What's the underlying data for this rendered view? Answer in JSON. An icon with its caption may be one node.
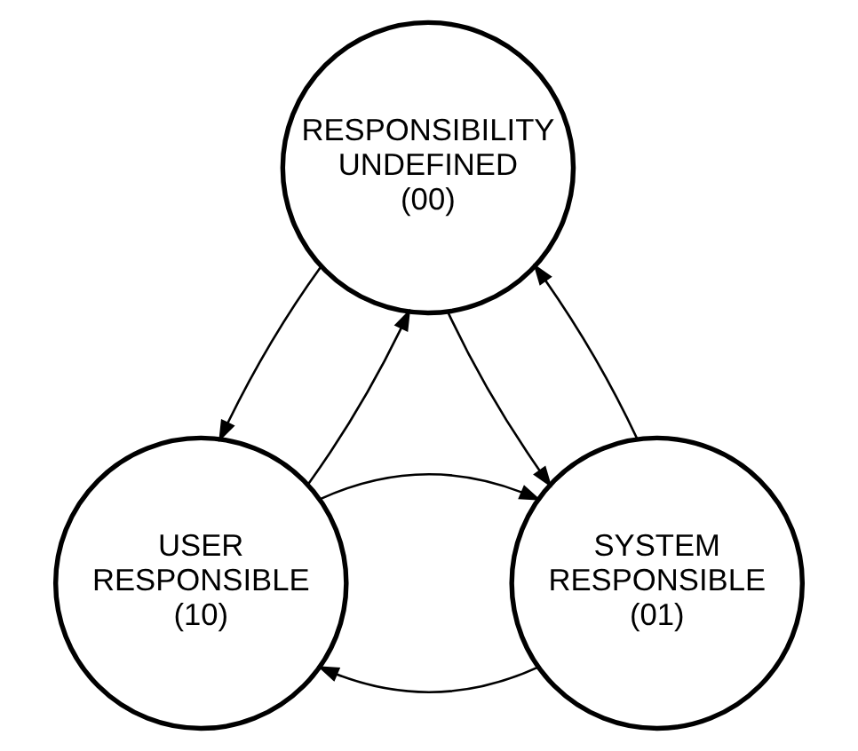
{
  "diagram": {
    "nodes": [
      {
        "text": [
          "RESPONSIBILITY UNDEFINED",
          "(00)"
        ]
      },
      {
        "text": [
          "USER RESPONSIBLE",
          "(10)"
        ]
      },
      {
        "text": [
          "SYSTEM RESPONSIBLE",
          "(01)"
        ]
      }
    ],
    "edges": [
      {
        "from": 0,
        "to": 1,
        "arrow": "to"
      },
      {
        "from": 1,
        "to": 0,
        "arrow": "to"
      },
      {
        "from": 0,
        "to": 2,
        "arrow": "to"
      },
      {
        "from": 2,
        "to": 0,
        "arrow": "to"
      },
      {
        "from": 2,
        "to": 1,
        "arrow": "to"
      },
      {
        "from": 1,
        "to": 2,
        "arrow": "to"
      }
    ]
  }
}
